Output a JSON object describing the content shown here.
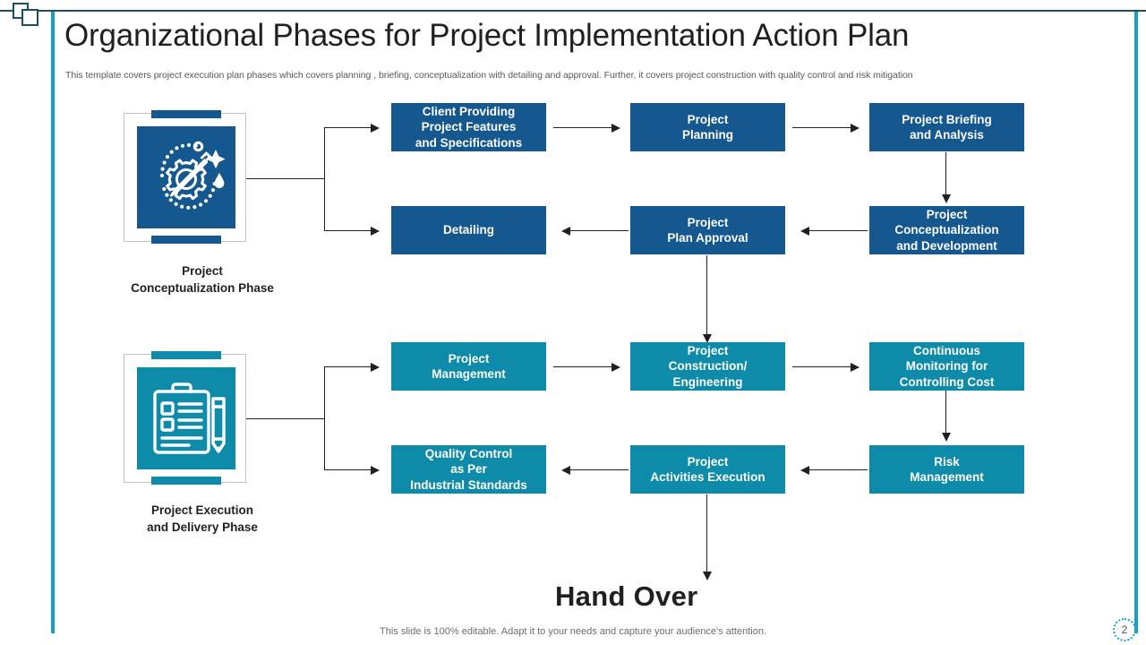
{
  "header": {
    "title": "Organizational Phases for Project Implementation Action Plan",
    "subtitle": "This template covers project execution plan phases which covers planning , briefing, conceptualization with detailing and approval. Further, it covers project construction with quality control and risk mitigation"
  },
  "colors": {
    "dark_blue": "#15578f",
    "teal": "#0e8ba8",
    "accent_cyan": "#18a0c0",
    "frame_navy": "#1d4f63",
    "text_dark": "#231f20",
    "text_muted": "#58595b"
  },
  "phases": [
    {
      "id": "conceptualization",
      "icon": "gear-rocket-icon",
      "label_line1": "Project",
      "label_line2": "Conceptualization Phase",
      "color": "#15578f"
    },
    {
      "id": "execution",
      "icon": "clipboard-pencil-icon",
      "label_line1": "Project Execution",
      "label_line2": "and Delivery Phase",
      "color": "#0e8ba8"
    }
  ],
  "flow": {
    "top_section": {
      "row1": [
        {
          "id": "client-providing",
          "lines": [
            "Client Providing",
            "Project Features",
            "and  Specifications"
          ]
        },
        {
          "id": "project-planning",
          "lines": [
            "Project",
            "Planning"
          ]
        },
        {
          "id": "project-briefing",
          "lines": [
            "Project Briefing",
            "and Analysis"
          ]
        }
      ],
      "row2": [
        {
          "id": "detailing",
          "lines": [
            "Detailing"
          ]
        },
        {
          "id": "plan-approval",
          "lines": [
            "Project",
            "Plan Approval"
          ]
        },
        {
          "id": "conceptualization-development",
          "lines": [
            "Project",
            "Conceptualization",
            "and Development"
          ]
        }
      ]
    },
    "bottom_section": {
      "row1": [
        {
          "id": "project-management",
          "lines": [
            "Project",
            "Management"
          ]
        },
        {
          "id": "project-construction",
          "lines": [
            "Project",
            "Construction/",
            "Engineering"
          ]
        },
        {
          "id": "continuous-monitoring",
          "lines": [
            "Continuous",
            "Monitoring for",
            "Controlling Cost"
          ]
        }
      ],
      "row2": [
        {
          "id": "quality-control",
          "lines": [
            "Quality Control",
            "as Per",
            "Industrial Standards"
          ]
        },
        {
          "id": "activities-execution",
          "lines": [
            "Project",
            "Activities Execution"
          ]
        },
        {
          "id": "risk-management",
          "lines": [
            "Risk",
            "Management"
          ]
        }
      ]
    },
    "terminal": "Hand Over"
  },
  "footer": {
    "note": "This slide is 100% editable. Adapt it to your needs and capture your audience's attention.",
    "page_number": "2"
  }
}
